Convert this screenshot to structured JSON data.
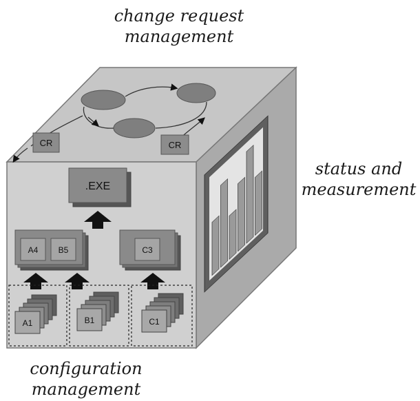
{
  "labels": {
    "top": [
      "change request",
      "management"
    ],
    "right": [
      "status and",
      "measurement"
    ],
    "bottom": [
      "configuration",
      "management"
    ]
  },
  "cube": {
    "cr_boxes": [
      "CR",
      "CR"
    ],
    "exe_label": ".EXE",
    "build_groups": [
      {
        "items": [
          "A4",
          "B5"
        ]
      },
      {
        "items": [
          "C3"
        ]
      }
    ],
    "component_stacks": [
      "A1",
      "B1",
      "C1"
    ],
    "status_chart": {
      "bars": [
        0.55,
        0.85,
        0.45,
        0.7,
        0.95,
        0.6
      ]
    }
  },
  "colors": {
    "face_front": "#cfcfcf",
    "face_top": "#c4c4c4",
    "face_side": "#a9a9a9",
    "edge": "#7a7a7a",
    "box_dark": "#8a8a8a",
    "ellipse": "#808080",
    "arrow": "#111111"
  }
}
